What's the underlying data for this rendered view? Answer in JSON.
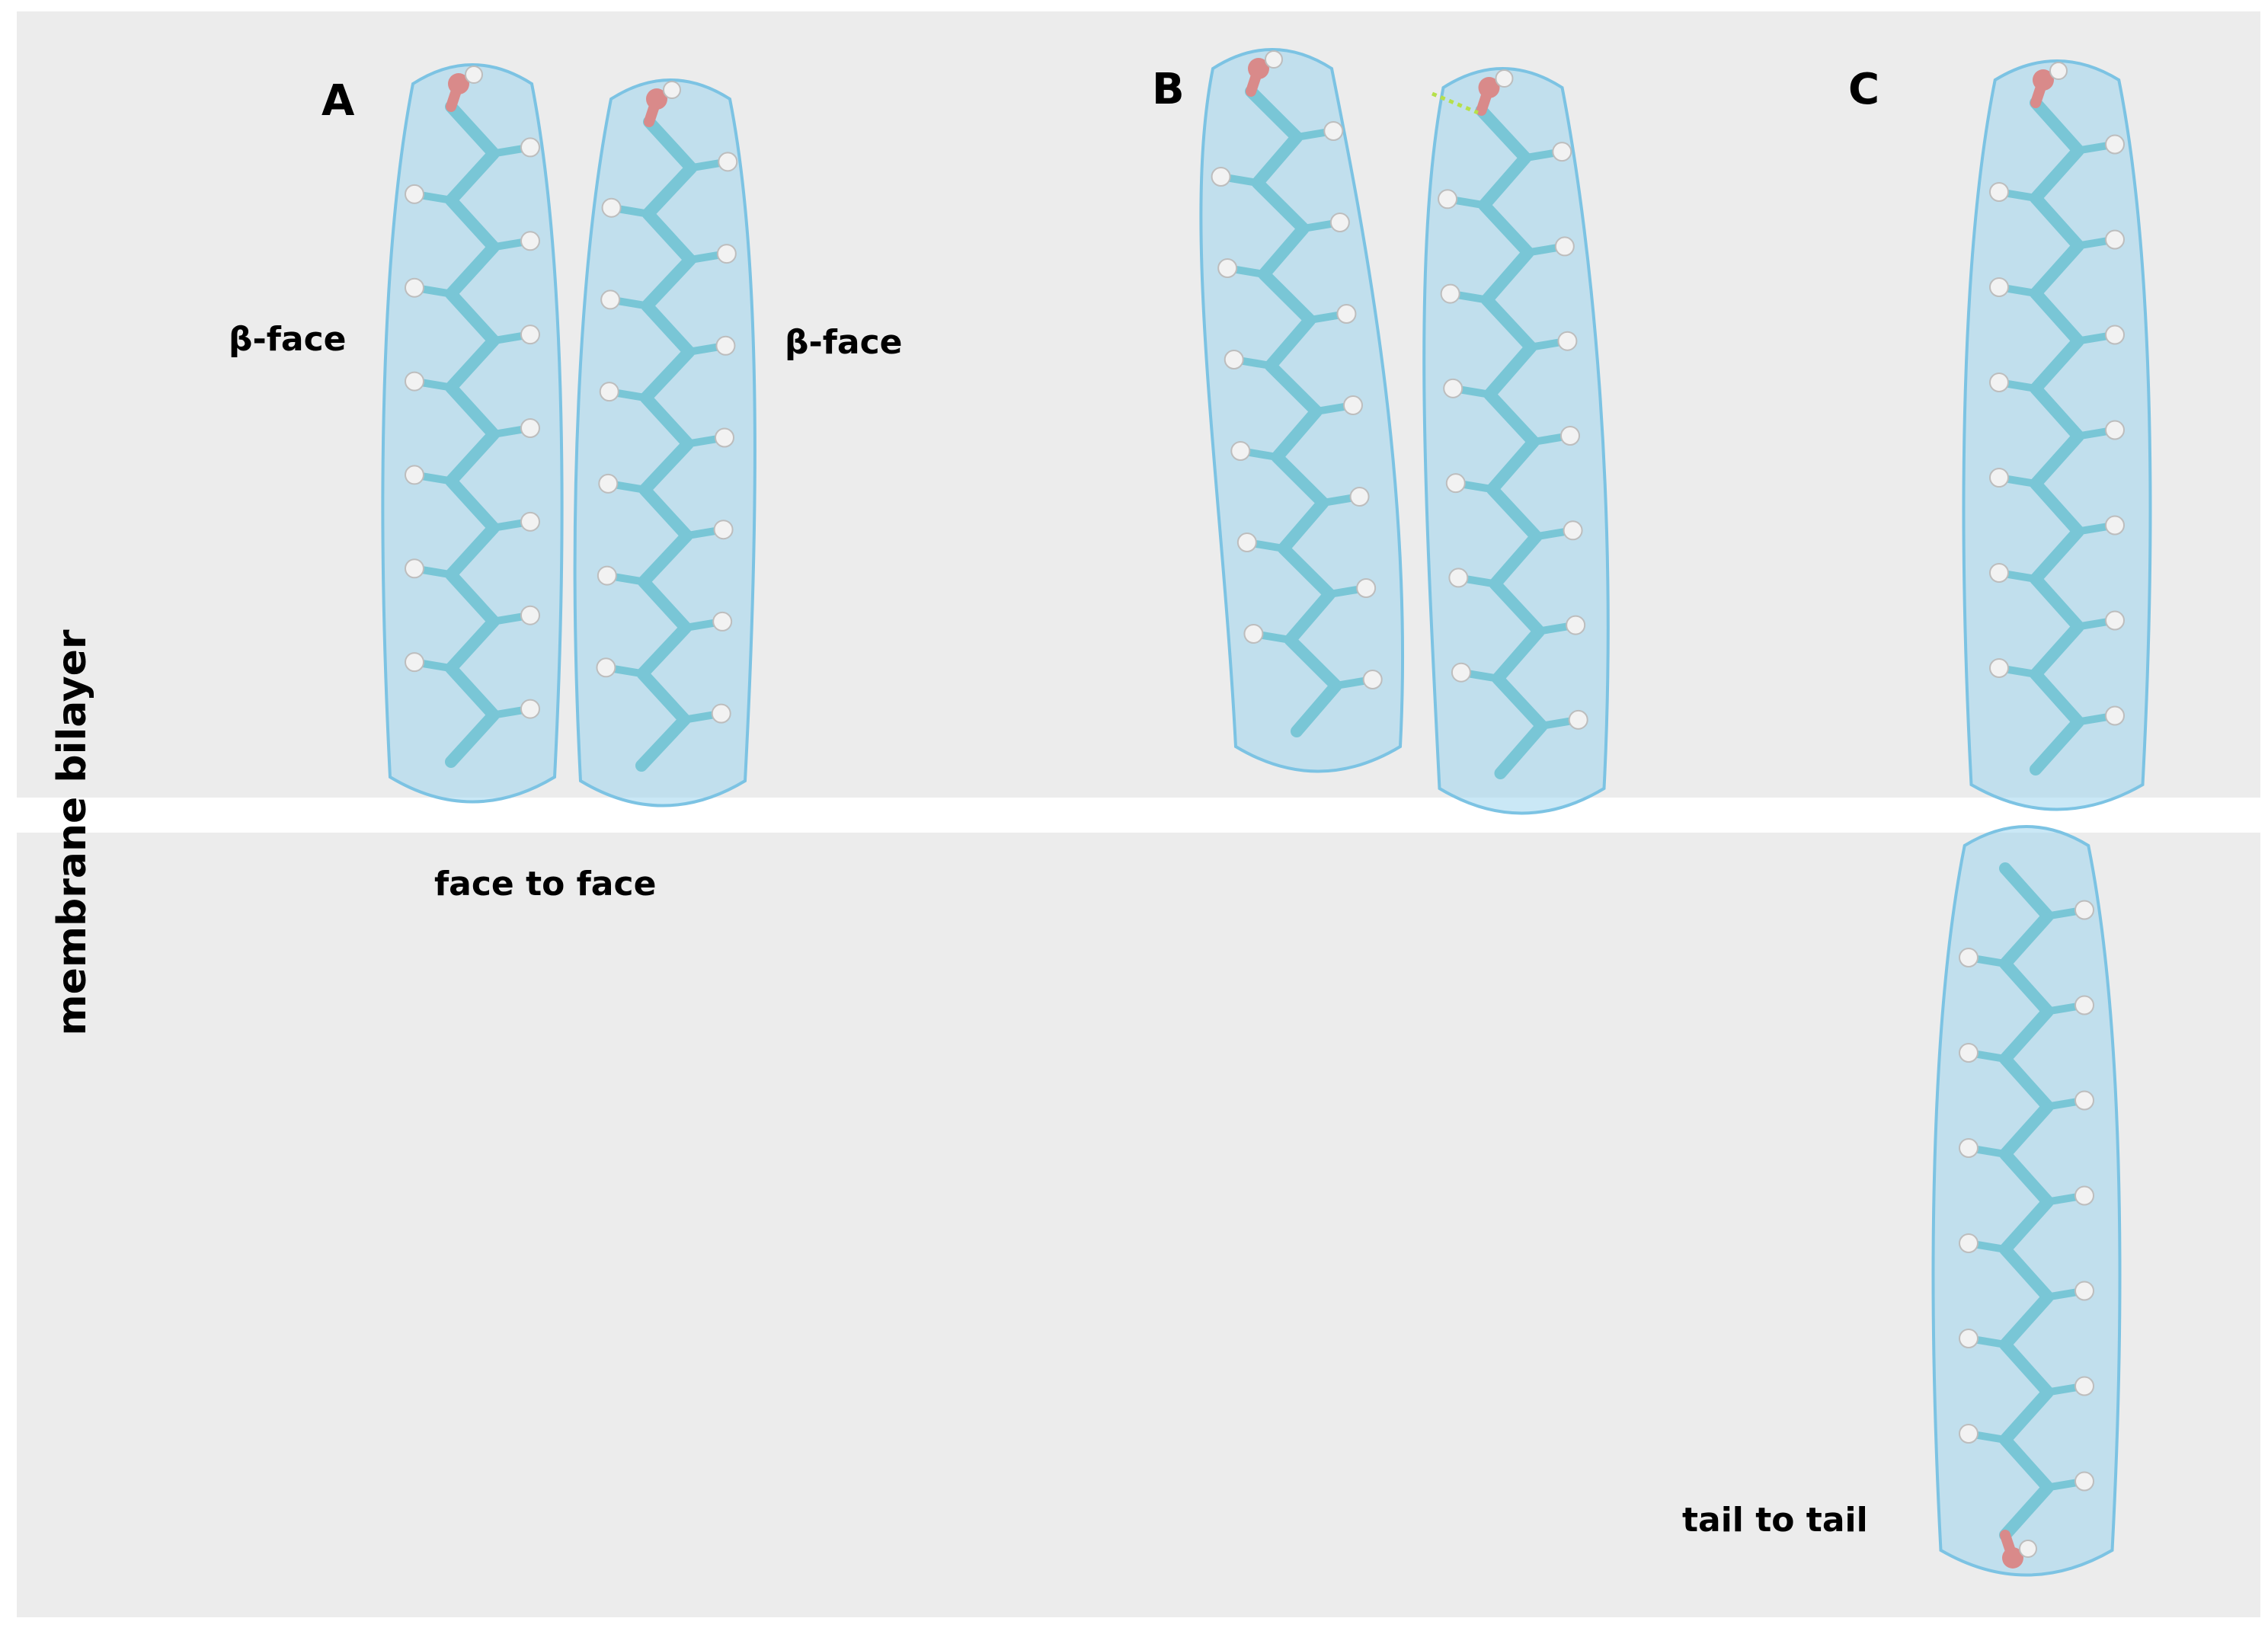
{
  "membrane_label": "membrane bilayer",
  "panels": [
    {
      "letter": "A",
      "caption": "face to face",
      "face_labels": [
        "β-face",
        "β-face"
      ]
    },
    {
      "letter": "B"
    },
    {
      "letter": "C",
      "caption": "tail to tail"
    }
  ],
  "colors": {
    "membrane": "#ececec",
    "surface": "#9fd6ee",
    "surface_edge": "#7cc3e3",
    "carbon": "#79c6d6",
    "hydrogen": "#f2f2f2",
    "oxygen": "#d98a8a"
  }
}
